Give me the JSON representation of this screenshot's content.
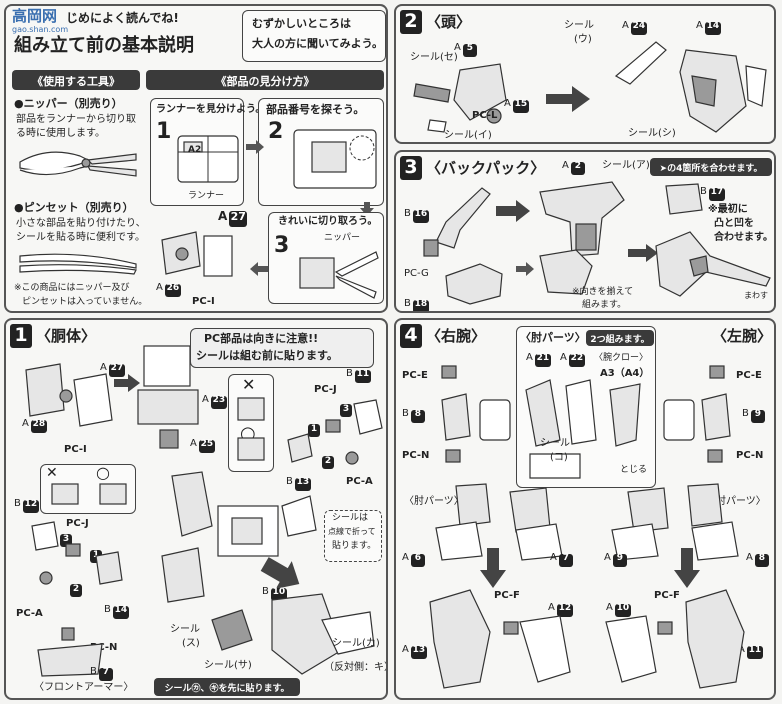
{
  "header": {
    "watermark": "高岡网",
    "watermark_sub": "gao.shan.com",
    "intro": "じめによく読んでね!",
    "title": "組み立て前の基本説明",
    "hint_line1": "むずかしいところは",
    "hint_line2": "大人の方に聞いてみよう。"
  },
  "tools": {
    "heading": "《使用する工具》",
    "nipper_title": "●ニッパー（別売り）",
    "nipper_desc1": "部品をランナーから切り取",
    "nipper_desc2": "る時に使用します。",
    "tweezers_title": "●ピンセット（別売り）",
    "tweezers_desc1": "小さな部品を貼り付けたり、",
    "tweezers_desc2": "シールを貼る時に便利です。",
    "note1": "※この商品にはニッパー及び",
    "note2": "ピンセットは入っていません。"
  },
  "parts_guide": {
    "heading": "《部品の見分け方》",
    "step1_label": "ランナーを見分けよう。",
    "step1_num": "1",
    "runner_tag": "A2",
    "runner_text": "ランナー",
    "step2_label": "部品番号を探そう。",
    "step2_num": "2",
    "step3_num": "3",
    "step3_label": "きれいに切り取ろう。",
    "nipper_label": "ニッパー",
    "a27": "A",
    "a27_num": "27",
    "a26": "A",
    "a26_num": "26",
    "pci": "PC-I"
  },
  "step2": {
    "num": "2",
    "title": "〈頭〉",
    "seal_se": "シール",
    "seal_se_mark": "セ",
    "a5": "A",
    "a5_num": "5",
    "pcl": "PC-L",
    "a15": "A",
    "a15_num": "15",
    "seal_i": "シール",
    "seal_i_mark": "イ",
    "seal_u": "シール",
    "seal_u_mark": "ウ",
    "a24": "A",
    "a24_num": "24",
    "a14": "A",
    "a14_num": "14",
    "seal_shi": "シール",
    "seal_shi_mark": "シ"
  },
  "step3": {
    "num": "3",
    "title": "〈バックパック〉",
    "a2": "A",
    "a2_num": "2",
    "seal_a": "シール",
    "seal_a_mark": "ア",
    "b16": "B",
    "b16_num": "16",
    "pcg": "PC-G",
    "b18": "B",
    "b18_num": "18",
    "align_note1": "※向きを揃えて",
    "align_note2": "組みます。",
    "banner": "➤の4箇所を合わせます。",
    "b17": "B",
    "b17_num": "17",
    "tip1": "※最初に",
    "tip2": "凸と凹を",
    "tip3": "合わせます。",
    "tip_side": "まわす"
  },
  "step1": {
    "num": "1",
    "title": "〈胴体〉",
    "a27": "A",
    "a27_num": "27",
    "a28": "A",
    "a28_num": "28",
    "pci": "PC-I",
    "a23": "A",
    "a23_num": "23",
    "a25": "A",
    "a25_num": "25",
    "warn1": "PC部品は向きに注意!!",
    "warn2": "シールは組む前に貼ります。",
    "b11": "B",
    "b11_num": "11",
    "pcj": "PC-J",
    "b13": "B",
    "b13_num": "13",
    "pca": "PC-A",
    "mini1": "1",
    "mini2": "2",
    "mini3": "3",
    "b12": "B",
    "b12_num": "12",
    "pcj2": "PC-J",
    "b14": "B",
    "b14_num": "14",
    "pca2": "PC-A",
    "seal_note1": "シールは",
    "seal_note2": "点線で折って",
    "seal_note3": "貼ります。",
    "b10": "B",
    "b10_num": "10",
    "seal_su": "シール",
    "seal_su_mark": "ス",
    "seal_sa": "シール",
    "seal_sa_mark": "サ",
    "seal_ka": "シール",
    "seal_ka_mark": "カ",
    "reverse": "（反対側：",
    "reverse_mark": "キ",
    "reverse_end": "）",
    "pcn": "PC-N",
    "b7": "B",
    "b7_num": "7",
    "front_armor": "〈フロントアーマー〉",
    "footer_bar": "シール㋕、㋖を先に貼ります。"
  },
  "step4": {
    "num": "4",
    "title_right": "〈右腕〉",
    "elbow_title": "〈肘パーツ〉",
    "elbow_badge": "2つ組みます。",
    "title_left": "〈左腕〉",
    "a21": "A",
    "a21_num": "21",
    "a22": "A",
    "a22_num": "22",
    "claw": "〈腕クロー〉",
    "a3": "A3（A4）",
    "seal_ko": "シール",
    "seal_ko_mark": "コ",
    "close": "とじる",
    "pce_r": "PC-E",
    "b8": "B",
    "b8_num": "8",
    "pcn_r": "PC-N",
    "pce_l": "PC-E",
    "b9": "B",
    "b9_num": "9",
    "pcn_l": "PC-N",
    "elbow_r": "〈肘パーツ〉",
    "elbow_l": "〈肘パーツ〉",
    "a6": "A",
    "a6_num": "6",
    "a7": "A",
    "a7_num": "7",
    "a9": "A",
    "a9_num": "9",
    "a8": "A",
    "a8_num": "8",
    "pcf_r": "PC-F",
    "a12": "A",
    "a12_num": "12",
    "a13": "A",
    "a13_num": "13",
    "pcf_l": "PC-F",
    "a10": "A",
    "a10_num": "10",
    "a11": "A",
    "a11_num": "11"
  }
}
